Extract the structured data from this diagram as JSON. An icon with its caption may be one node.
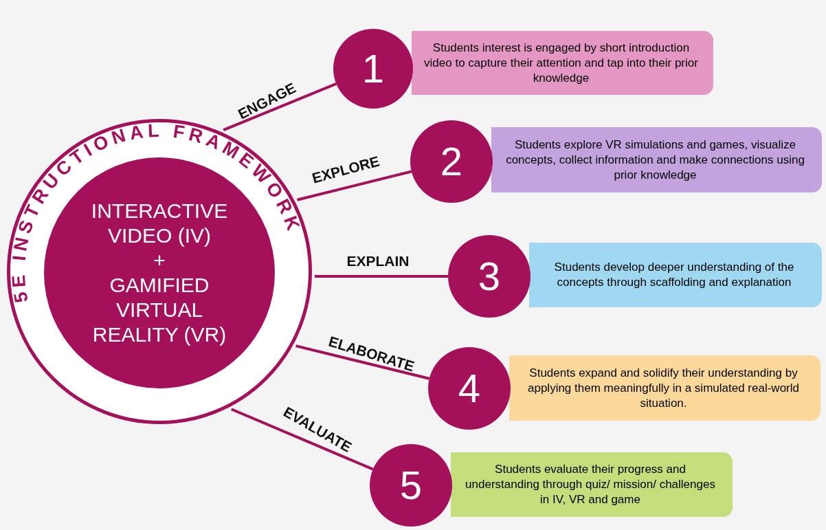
{
  "diagram": {
    "nodes": [
      {
        "text": [
          "5E INSTRUCTIONAL FRAMEWORK",
          "INTERACTIVE VIDEO (IV)",
          "+",
          "GAMIFIED VIRTUAL REALITY (VR)"
        ]
      },
      {
        "text": [
          "1"
        ]
      },
      {
        "text": [
          "Students interest is engaged by short introduction video to capture their attention and tap into their prior knowledge"
        ]
      },
      {
        "text": [
          "2"
        ]
      },
      {
        "text": [
          "Students explore VR simulations and games, visualize concepts, collect information and make connections using prior knowledge"
        ]
      },
      {
        "text": [
          "3"
        ]
      },
      {
        "text": [
          "Students develop deeper understanding of the concepts through scaffolding and explanation"
        ]
      },
      {
        "text": [
          "4"
        ]
      },
      {
        "text": [
          "Students expand and solidify their understanding by applying them meaningfully in a simulated real-world situation."
        ]
      },
      {
        "text": [
          "5"
        ]
      },
      {
        "text": [
          "Students evaluate their progress and understanding through quiz/ mission/ challenges in IV, VR and game"
        ]
      }
    ],
    "edges": [
      {
        "from": 0,
        "to": 1,
        "arrow": "none",
        "label": "ENGAGE"
      },
      {
        "from": 0,
        "to": 3,
        "arrow": "none",
        "label": "EXPLORE"
      },
      {
        "from": 0,
        "to": 5,
        "arrow": "none",
        "label": "EXPLAIN"
      },
      {
        "from": 0,
        "to": 7,
        "arrow": "none",
        "label": "ELABORATE"
      },
      {
        "from": 0,
        "to": 9,
        "arrow": "none",
        "label": "EVALUATE"
      }
    ]
  }
}
